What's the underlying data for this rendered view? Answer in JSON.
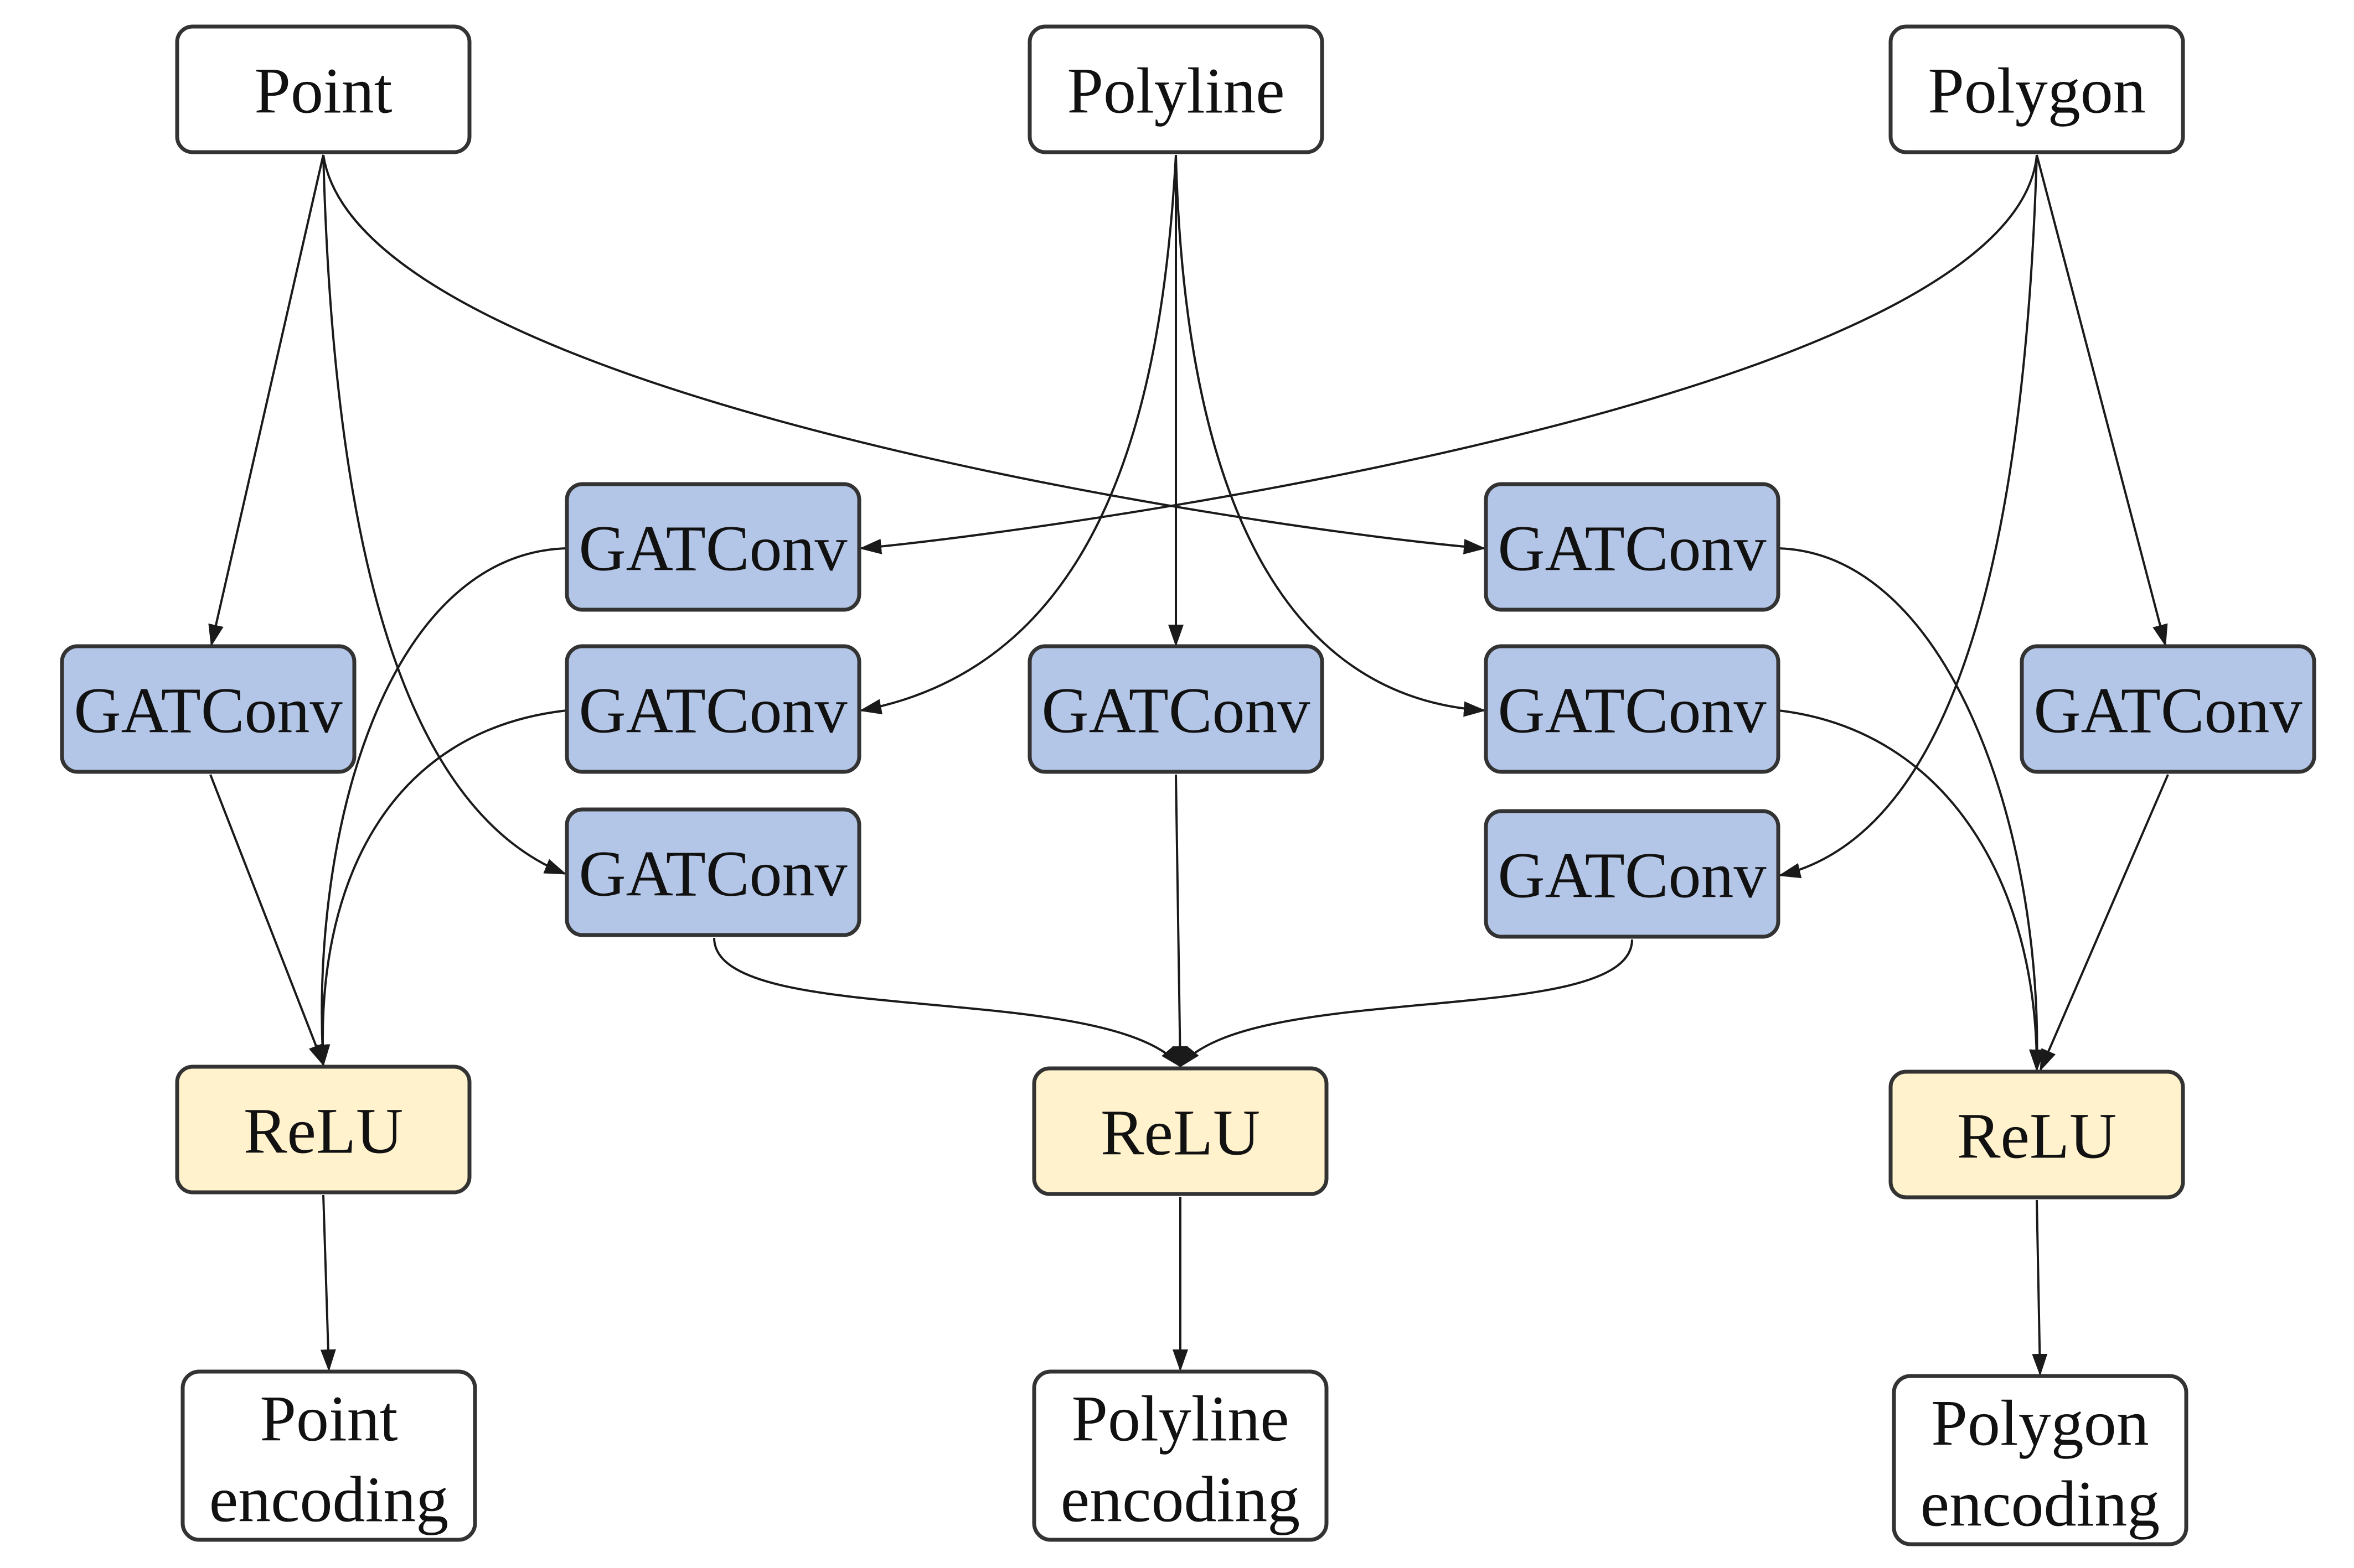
{
  "diagram": {
    "colors": {
      "input_fill": "#ffffff",
      "gat_fill": "#b4c6e7",
      "relu_fill": "#fff2cc",
      "output_fill": "#ffffff",
      "border": "#333333",
      "edge": "#1a1a1a"
    },
    "inputs": {
      "point": "Point",
      "polyline": "Polyline",
      "polygon": "Polygon"
    },
    "gatconv_label": "GATConv",
    "relu_label": "ReLU",
    "outputs": {
      "point": [
        "Point",
        "encoding"
      ],
      "polyline": [
        "Polyline",
        "encoding"
      ],
      "polygon": [
        "Polygon",
        "encoding"
      ]
    },
    "edges": [
      {
        "from": "point",
        "to": "gat-point"
      },
      {
        "from": "point",
        "to": "gat-left-3"
      },
      {
        "from": "point",
        "to": "gat-right-1"
      },
      {
        "from": "polyline",
        "to": "gat-left-2"
      },
      {
        "from": "polyline",
        "to": "gat-polyline"
      },
      {
        "from": "polyline",
        "to": "gat-right-2"
      },
      {
        "from": "polygon",
        "to": "gat-left-1"
      },
      {
        "from": "polygon",
        "to": "gat-right-3"
      },
      {
        "from": "polygon",
        "to": "gat-polygon"
      },
      {
        "from": "gat-point",
        "to": "relu-point"
      },
      {
        "from": "gat-left-1",
        "to": "relu-point"
      },
      {
        "from": "gat-left-2",
        "to": "relu-point"
      },
      {
        "from": "gat-left-3",
        "to": "relu-polyline"
      },
      {
        "from": "gat-polyline",
        "to": "relu-polyline"
      },
      {
        "from": "gat-right-3",
        "to": "relu-polyline"
      },
      {
        "from": "gat-right-1",
        "to": "relu-polygon"
      },
      {
        "from": "gat-right-2",
        "to": "relu-polygon"
      },
      {
        "from": "gat-polygon",
        "to": "relu-polygon"
      },
      {
        "from": "relu-point",
        "to": "out-point"
      },
      {
        "from": "relu-polyline",
        "to": "out-polyline"
      },
      {
        "from": "relu-polygon",
        "to": "out-polygon"
      }
    ]
  }
}
